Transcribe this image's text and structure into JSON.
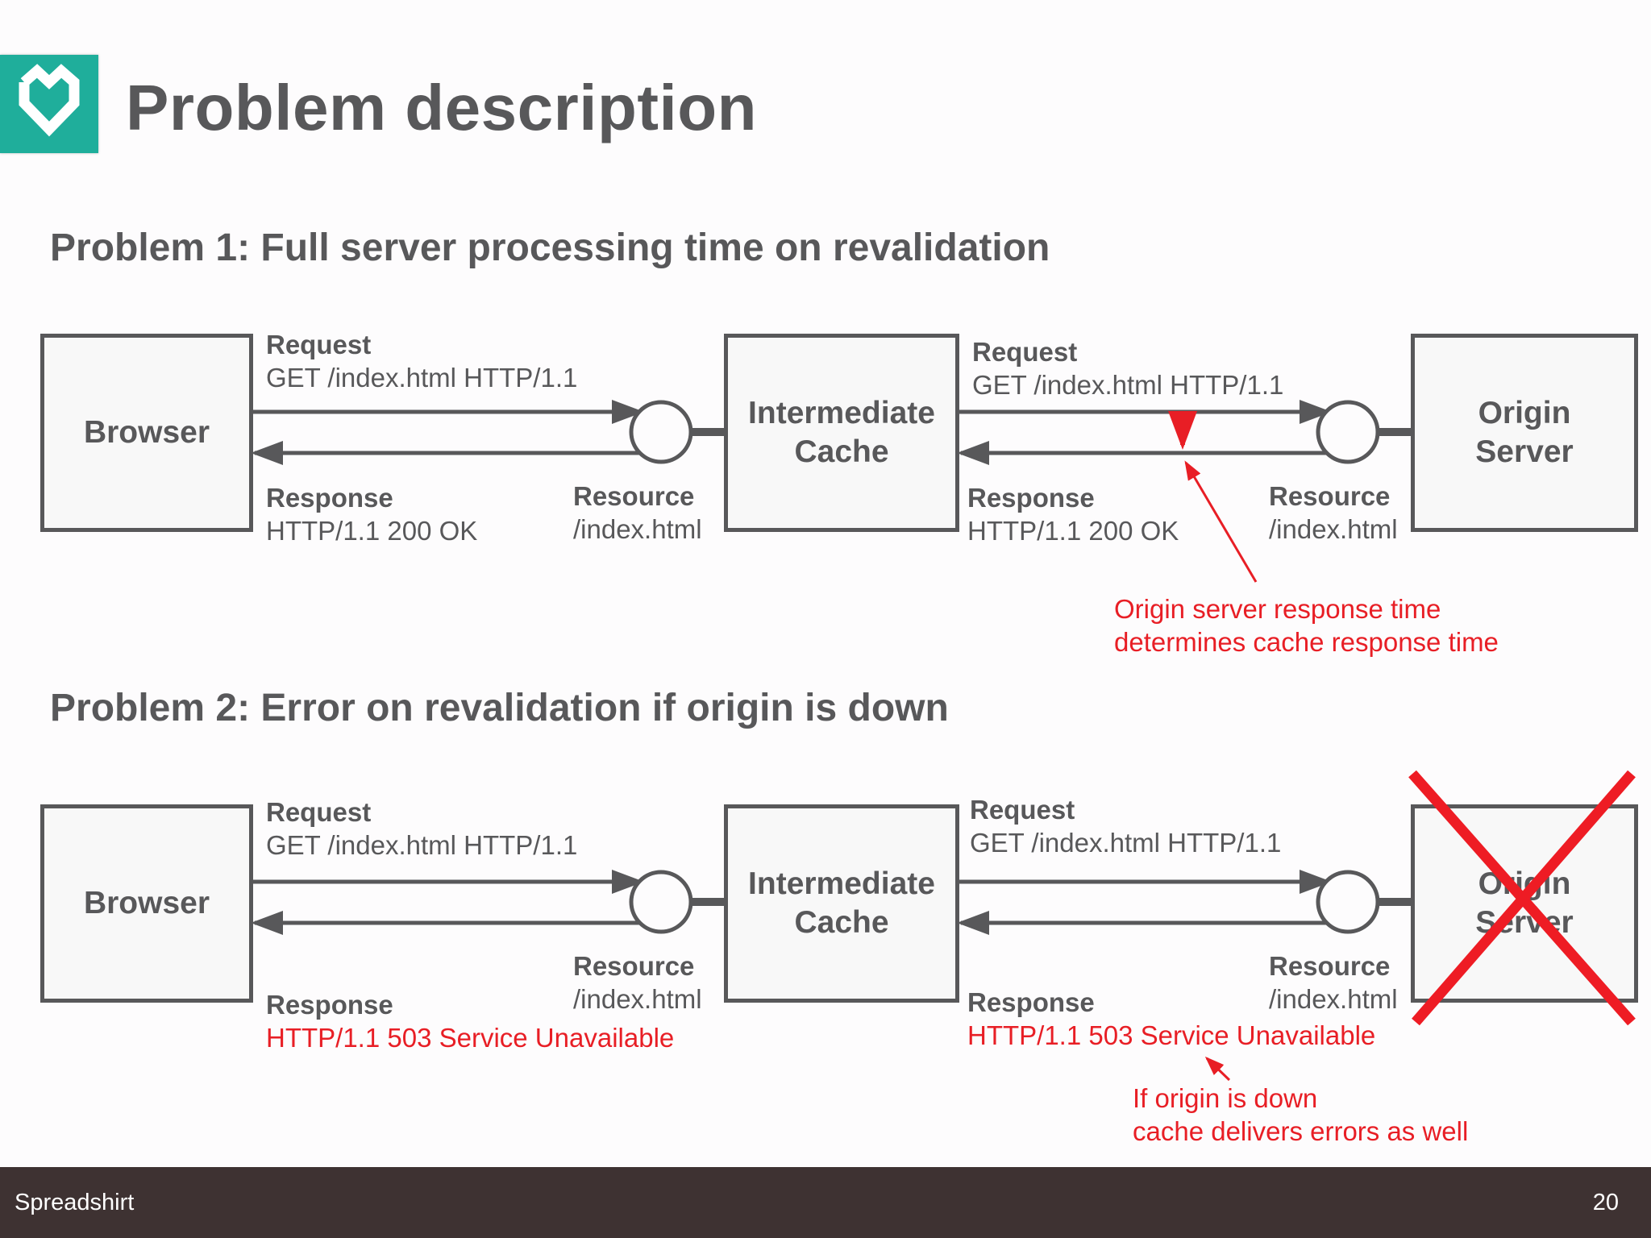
{
  "slide": {
    "title": "Problem description",
    "footer_brand": "Spreadshirt",
    "page_number": "20",
    "logo_icon": "heart-diamond-icon",
    "colors": {
      "accent": "#1fae9b",
      "text": "#58585a",
      "error": "#e81e25",
      "footer": "#3e3232"
    }
  },
  "problem1": {
    "heading": "Problem 1: Full server processing time on revalidation",
    "browser": "Browser",
    "cache": "Intermediate\nCache",
    "origin": "Origin\nServer",
    "left": {
      "request_label": "Request",
      "request_value": "GET /index.html HTTP/1.1",
      "response_label": "Response",
      "response_value": "HTTP/1.1 200 OK",
      "resource_label": "Resource",
      "resource_value": "/index.html"
    },
    "right": {
      "request_label": "Request",
      "request_value": "GET /index.html HTTP/1.1",
      "response_label": "Response",
      "response_value": "HTTP/1.1 200 OK",
      "resource_label": "Resource",
      "resource_value": "/index.html"
    },
    "note_line1": "Origin server response time",
    "note_line2": "determines cache response time"
  },
  "problem2": {
    "heading": "Problem 2: Error on revalidation if origin is down",
    "browser": "Browser",
    "cache": "Intermediate\nCache",
    "origin": "Origin\nServer",
    "left": {
      "request_label": "Request",
      "request_value": "GET /index.html HTTP/1.1",
      "response_label": "Response",
      "response_value": "HTTP/1.1 503 Service Unavailable",
      "resource_label": "Resource",
      "resource_value": "/index.html"
    },
    "right": {
      "request_label": "Request",
      "request_value": "GET /index.html HTTP/1.1",
      "response_label": "Response",
      "response_value": "HTTP/1.1 503 Service Unavailable",
      "resource_label": "Resource",
      "resource_value": "/index.html"
    },
    "note_line1": "If origin is down",
    "note_line2": "cache delivers errors as well"
  }
}
